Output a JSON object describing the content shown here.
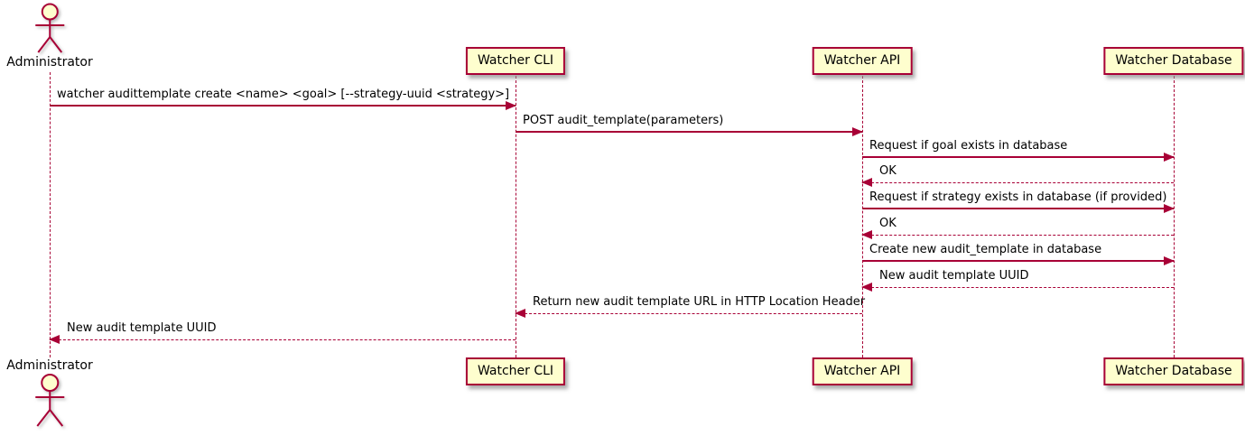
{
  "diagram": {
    "type": "sequence",
    "participants": [
      {
        "label": "Administrator",
        "kind": "actor"
      },
      {
        "label": "Watcher CLI",
        "kind": "participant"
      },
      {
        "label": "Watcher API",
        "kind": "participant"
      },
      {
        "label": "Watcher Database",
        "kind": "participant"
      }
    ],
    "messages": [
      {
        "from": "Administrator",
        "to": "Watcher CLI",
        "text": "watcher audittemplate create <name> <goal> [--strategy-uuid <strategy>]",
        "line": "solid"
      },
      {
        "from": "Watcher CLI",
        "to": "Watcher API",
        "text": "POST audit_template(parameters)",
        "line": "solid"
      },
      {
        "from": "Watcher API",
        "to": "Watcher Database",
        "text": "Request if goal exists in database",
        "line": "solid"
      },
      {
        "from": "Watcher Database",
        "to": "Watcher API",
        "text": "OK",
        "line": "dashed"
      },
      {
        "from": "Watcher API",
        "to": "Watcher Database",
        "text": "Request if strategy exists in database (if provided)",
        "line": "solid"
      },
      {
        "from": "Watcher Database",
        "to": "Watcher API",
        "text": "OK",
        "line": "dashed"
      },
      {
        "from": "Watcher API",
        "to": "Watcher Database",
        "text": "Create new audit_template in database",
        "line": "solid"
      },
      {
        "from": "Watcher Database",
        "to": "Watcher API",
        "text": "New audit template UUID",
        "line": "dashed"
      },
      {
        "from": "Watcher API",
        "to": "Watcher CLI",
        "text": "Return new audit template URL in HTTP Location Header",
        "line": "dashed"
      },
      {
        "from": "Watcher CLI",
        "to": "Administrator",
        "text": "New audit template UUID",
        "line": "dashed"
      }
    ]
  },
  "theme": {
    "accent_color": "#A80036",
    "participant_fill": "#FEFECE",
    "text_color": "#000000",
    "background": "#FFFFFF"
  }
}
